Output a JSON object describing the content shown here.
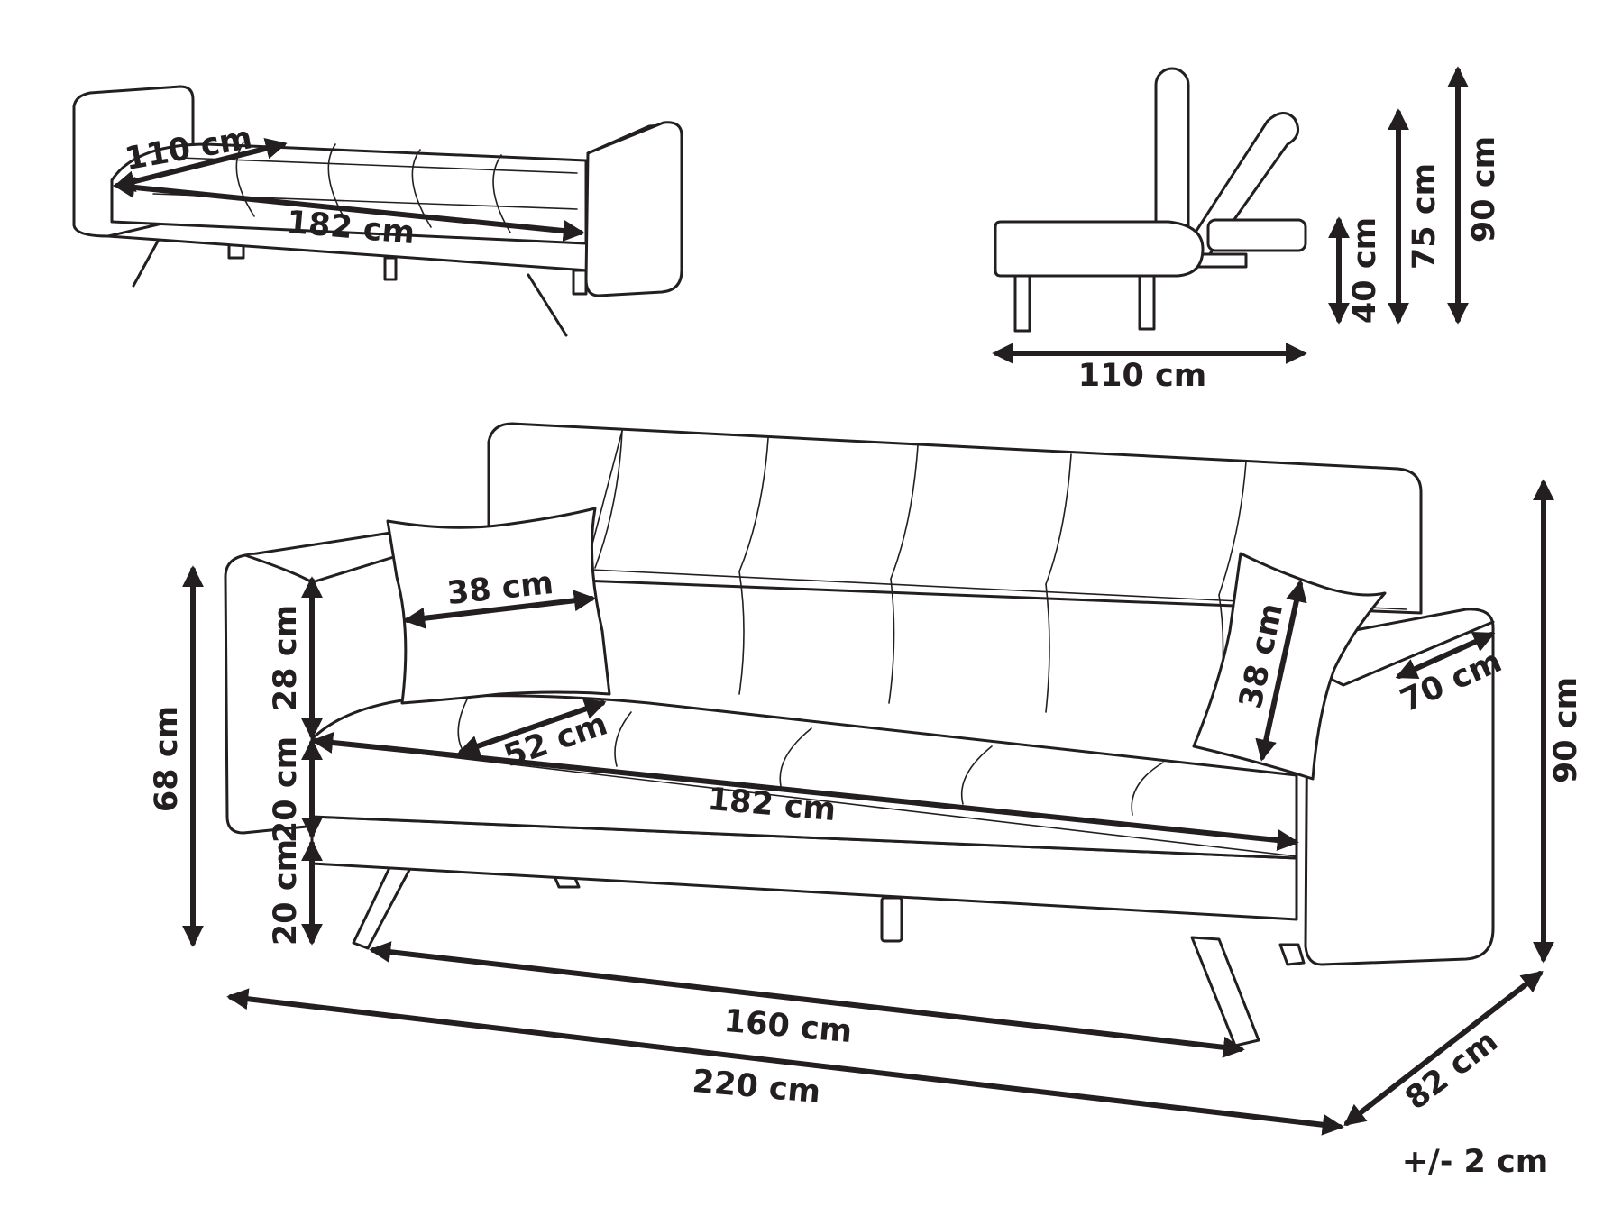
{
  "diagram": {
    "line_color": "#231f20",
    "background": "#ffffff",
    "views": {
      "bed_mode": {
        "depth_label": "110 cm",
        "length_label": "182 cm"
      },
      "side_profile": {
        "depth_label": "110 cm",
        "seat_height_label": "40 cm",
        "reclined_height_label": "75 cm",
        "total_height_label": "90 cm"
      },
      "front_sofa": {
        "pillow_width_label": "38 cm",
        "pillow_height_label": "38 cm",
        "armrest_depth_label": "70 cm",
        "seat_depth_label": "52 cm",
        "seat_length_label": "182 cm",
        "arm_above_seat_label": "28 cm",
        "seat_thickness_label": "20 cm",
        "leg_height_label": "20 cm",
        "arm_height_label": "68 cm",
        "total_height_label": "90 cm",
        "leg_span_label": "160 cm",
        "total_width_label": "220 cm",
        "total_depth_label": "82 cm"
      }
    },
    "tolerance_label": "+/- 2 cm"
  }
}
